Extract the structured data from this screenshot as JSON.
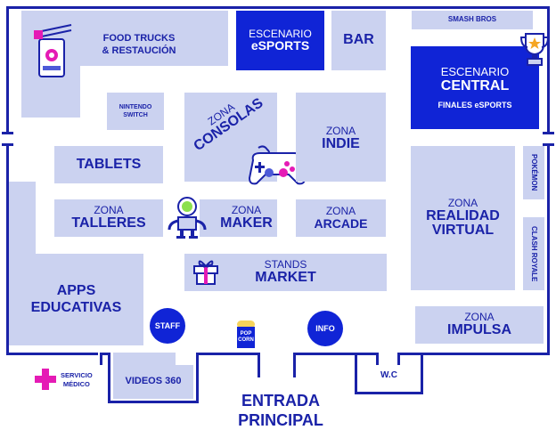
{
  "colors": {
    "zone_fill": "#cbd2f0",
    "dark_fill": "#1024d6",
    "text": "#1a22a8",
    "accent": "#e51bb5",
    "wall": "#1a22a8"
  },
  "zones": {
    "food_trucks": [
      "FOOD TRUCKS",
      "& RESTAUCIÓN"
    ],
    "escenario_esports": {
      "line1": "ESCENARIO",
      "line2": "eSPORTS"
    },
    "bar": "BAR",
    "smash_bros": "SMASH BROS",
    "escenario_central": {
      "line1": "ESCENARIO",
      "line2": "CENTRAL",
      "line3": "FINALES eSPORTS"
    },
    "nintendo_switch": [
      "NINTENDO",
      "SWITCH"
    ],
    "zona_consolas": {
      "line1": "ZONA",
      "line2": "CONSOLAS"
    },
    "zona_indie": {
      "line1": "ZONA",
      "line2": "INDIE"
    },
    "tablets": "TABLETS",
    "pokemon": "POKÉMON",
    "zona_talleres": {
      "line1": "ZONA",
      "line2": "TALLERES"
    },
    "zona_maker": {
      "line1": "ZONA",
      "line2": "MAKER"
    },
    "zona_arcade": {
      "line1": "ZONA",
      "line2": "ARCADE"
    },
    "zona_realidad_virtual": {
      "line1": "ZONA",
      "line2": "REALIDAD",
      "line3": "VIRTUAL"
    },
    "clash_royale": "CLASH ROYALE",
    "stands_market": {
      "line1": "STANDS",
      "line2": "MARKET"
    },
    "apps_educativas": [
      "APPS",
      "EDUCATIVAS"
    ],
    "zona_impulsa": {
      "line1": "ZONA",
      "line2": "IMPULSA"
    },
    "videos_360": "VIDEOS 360",
    "wc": "W.C"
  },
  "markers": {
    "staff": "STAFF",
    "info": "INFO",
    "pop": "POP",
    "corn": "CORN"
  },
  "servicio_medico": [
    "SERVICIO",
    "MÉDICO"
  ],
  "entrada": [
    "ENTRADA",
    "PRINCIPAL"
  ],
  "icons": [
    "food-truck-icon",
    "trophy-icon",
    "gamepad-icon",
    "robot-icon",
    "gift-icon",
    "popcorn-icon",
    "medical-cross-icon"
  ]
}
